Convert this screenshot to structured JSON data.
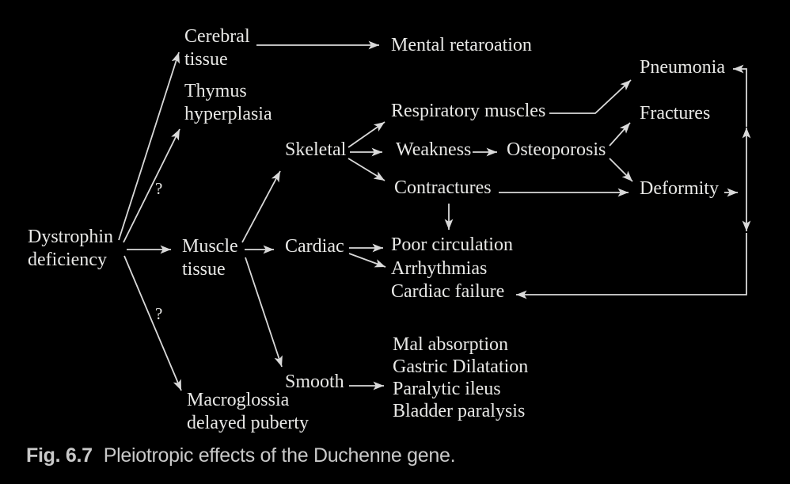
{
  "colors": {
    "background": "#000000",
    "text": "#e8e8e6",
    "line": "#d9d9d9",
    "caption": "#c9c9c9"
  },
  "nodes": {
    "dystrophin": "Dystrophin\ndeficiency",
    "cerebral": "Cerebral\ntissue",
    "thymus": "Thymus\nhyperplasia",
    "mental": "Mental retaroation",
    "respiratory": "Respiratory muscles",
    "skeletal": "Skeletal",
    "weakness": "Weakness",
    "osteoporosis": "Osteoporosis",
    "contractures": "Contractures",
    "pneumonia": "Pneumonia",
    "fractures": "Fractures",
    "deformity": "Deformity",
    "muscle": "Muscle\ntissue",
    "cardiac": "Cardiac",
    "poor_circulation": "Poor circulation",
    "arrhythmias": "Arrhythmias",
    "cardiac_failure": "Cardiac failure",
    "smooth": "Smooth",
    "smooth_effects": "Mal absorption\nGastric Dilatation\nParalytic ileus\nBladder paralysis",
    "macroglossia": "Macroglossia\ndelayed puberty",
    "question_upper": "?",
    "question_lower": "?"
  },
  "caption": {
    "fig_label": "Fig. 6.7",
    "text": "Pleiotropic effects of the Duchenne gene."
  }
}
